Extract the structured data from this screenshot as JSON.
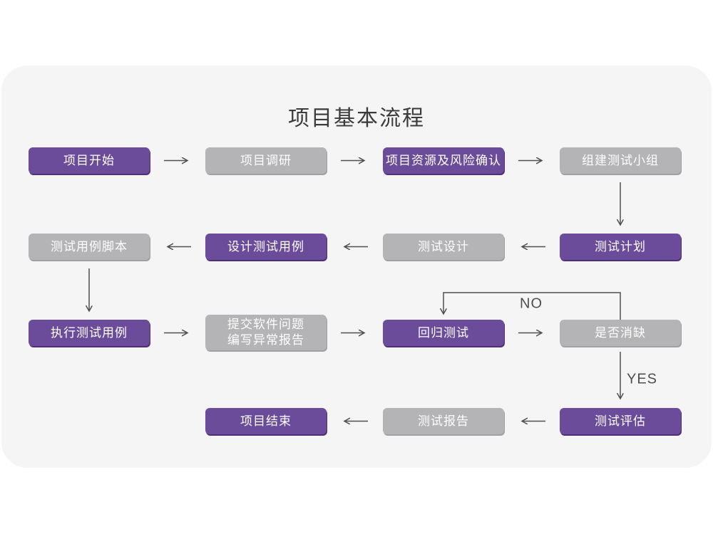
{
  "title": "项目基本流程",
  "colors": {
    "accent_purple": "#6b4c9a",
    "accent_purple_shadow": "#4f2f78",
    "node_gray": "#b4b3b5",
    "node_gray_shadow": "#9fa0a2",
    "card_background": "#f5f5f6",
    "page_background": "#ffffff",
    "arrow": "#4f4f4f",
    "title_text": "#3b3b3b",
    "node_text": "#ffffff"
  },
  "nodes": {
    "start": {
      "label": "项目开始",
      "variant": "purple"
    },
    "research": {
      "label": "项目调研",
      "variant": "gray"
    },
    "risk": {
      "label": "项目资源及风险确认",
      "variant": "purple"
    },
    "team": {
      "label": "组建测试小组",
      "variant": "gray"
    },
    "script": {
      "label": "测试用例脚本",
      "variant": "gray"
    },
    "case_design": {
      "label": "设计测试用例",
      "variant": "purple"
    },
    "design": {
      "label": "测试设计",
      "variant": "gray"
    },
    "plan": {
      "label": "测试计划",
      "variant": "purple"
    },
    "execute": {
      "label": "执行测试用例",
      "variant": "purple"
    },
    "submit": {
      "label_line1": "提交软件问题",
      "label_line2": "编写异常报告",
      "variant": "gray"
    },
    "regression": {
      "label": "回归测试",
      "variant": "purple"
    },
    "defect": {
      "label": "是否消缺",
      "variant": "gray"
    },
    "end": {
      "label": "项目结束",
      "variant": "purple"
    },
    "report": {
      "label": "测试报告",
      "variant": "gray"
    },
    "evaluate": {
      "label": "测试评估",
      "variant": "purple"
    }
  },
  "edge_labels": {
    "no": "NO",
    "yes": "YES"
  }
}
